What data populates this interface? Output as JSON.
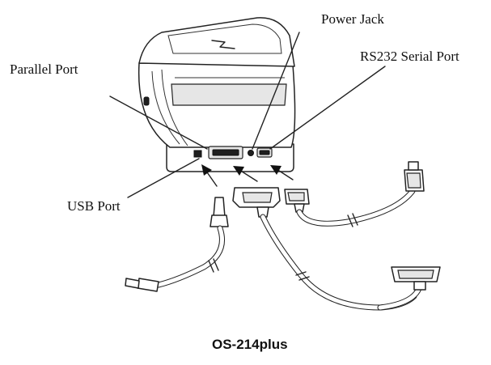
{
  "labels": {
    "power_jack": "Power Jack",
    "rs232_serial_port": "RS232 Serial Port",
    "parallel_port": "Parallel Port",
    "usb_port": "USB Port"
  },
  "caption": "OS-214plus"
}
